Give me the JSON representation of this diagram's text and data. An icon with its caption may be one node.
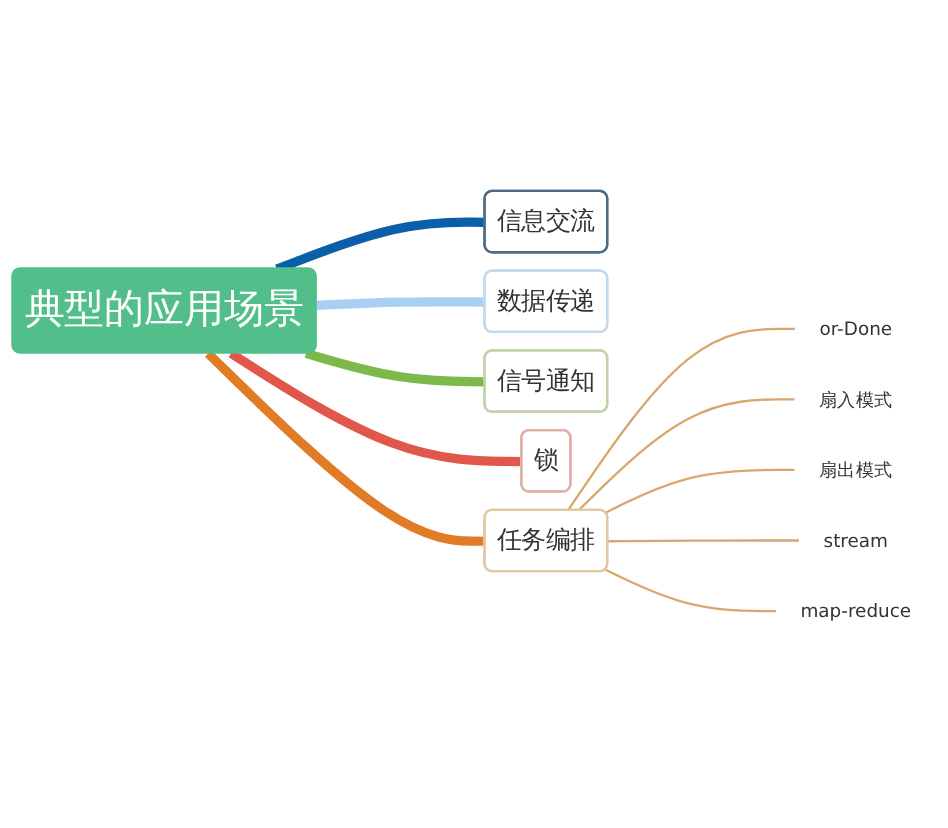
{
  "diagram": {
    "nodes": [
      {
        "text": [
          "典型的应用场景"
        ]
      },
      {
        "text": [
          "信息交流"
        ]
      },
      {
        "text": [
          "数据传递"
        ]
      },
      {
        "text": [
          "信号通知"
        ]
      },
      {
        "text": [
          "锁"
        ]
      },
      {
        "text": [
          "任务编排"
        ]
      },
      {
        "text": [
          "or-Done"
        ]
      },
      {
        "text": [
          "扇入模式"
        ]
      },
      {
        "text": [
          "扇出模式"
        ]
      },
      {
        "text": [
          "stream"
        ]
      },
      {
        "text": [
          "map-reduce"
        ]
      }
    ],
    "edges": [
      {
        "from": 0,
        "to": 1,
        "arrow": "none",
        "style": "thick",
        "color": "#0b5ea8"
      },
      {
        "from": 0,
        "to": 2,
        "arrow": "none",
        "style": "thick",
        "color": "#a9cff5"
      },
      {
        "from": 0,
        "to": 3,
        "arrow": "none",
        "style": "thick",
        "color": "#7cb94a"
      },
      {
        "from": 0,
        "to": 4,
        "arrow": "none",
        "style": "thick",
        "color": "#e2574c"
      },
      {
        "from": 0,
        "to": 5,
        "arrow": "none",
        "style": "thick",
        "color": "#e07c26"
      },
      {
        "from": 5,
        "to": 6,
        "arrow": "none"
      },
      {
        "from": 5,
        "to": 7,
        "arrow": "none"
      },
      {
        "from": 5,
        "to": 8,
        "arrow": "none"
      },
      {
        "from": 5,
        "to": 9,
        "arrow": "none"
      },
      {
        "from": 5,
        "to": 10,
        "arrow": "none"
      }
    ]
  }
}
